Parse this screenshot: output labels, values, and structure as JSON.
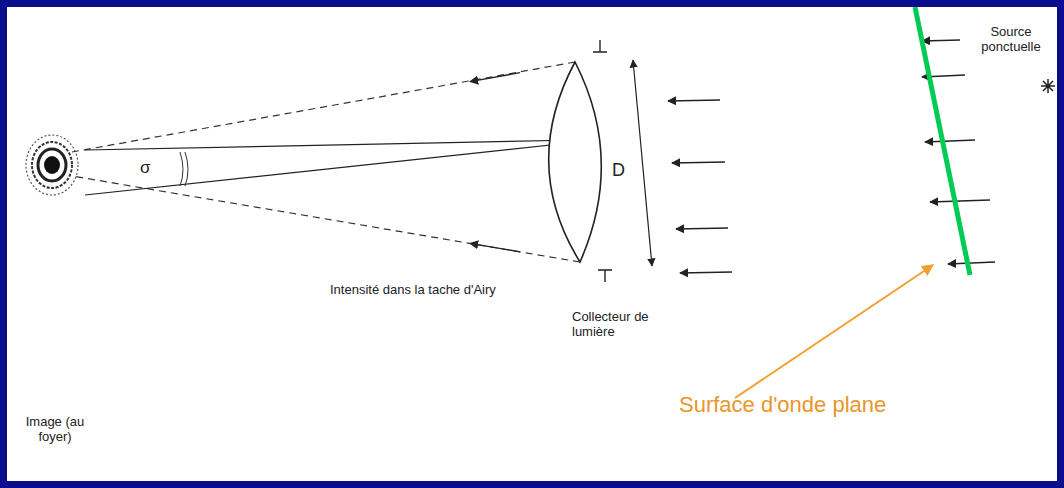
{
  "diagram": {
    "labels": [
      "Source ponctuelle",
      "D",
      "σ",
      "Intensité dans la tache d'Airy",
      "Collecteur de lumière",
      "Image (au foyer)",
      "Surface d'onde plane"
    ]
  }
}
